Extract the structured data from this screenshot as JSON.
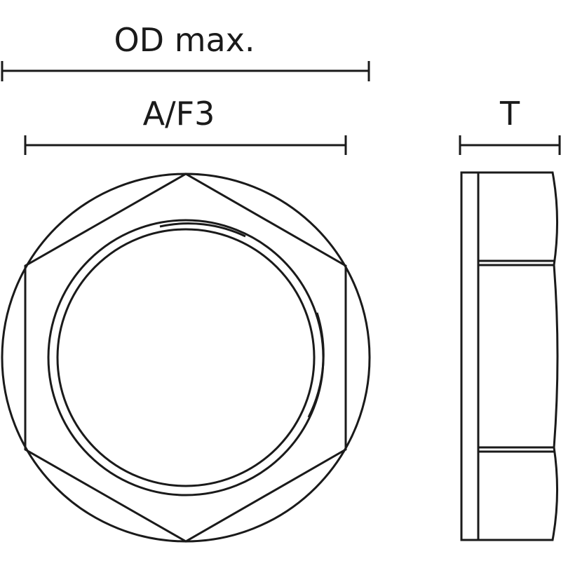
{
  "labels": {
    "od_max": "OD max.",
    "af": "A/F3",
    "thickness": "T"
  },
  "colors": {
    "stroke": "#1a1a1a",
    "background": "#ffffff"
  }
}
